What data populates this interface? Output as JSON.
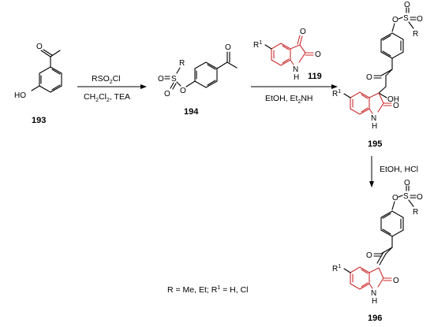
{
  "compounds": {
    "c193": "193",
    "c194": "194",
    "c195": "195",
    "c196": "196",
    "c119": "119"
  },
  "atoms": {
    "ho": "HO",
    "o": "O",
    "s": "S",
    "r": "R",
    "r1": "R",
    "sup1": "1",
    "nh": "NH",
    "n": "N",
    "h": "H",
    "oh": "OH"
  },
  "conditions": {
    "step1_top": "RSO",
    "step1_top_sub": "2",
    "step1_top_end": "Cl",
    "step1_bottom": "CH",
    "step1_bottom_sub": "2",
    "step1_bottom_mid": "Cl",
    "step1_bottom_sub2": "2",
    "step1_bottom_end": ", TEA",
    "step2_bottom": "EtOH, Et",
    "step2_bottom_sub": "2",
    "step2_bottom_end": "NH",
    "step3": "EtOH, HCl"
  },
  "legend": {
    "part1": "R = Me, Et; R",
    "sup": "1",
    "part2": " = H, Cl"
  },
  "colors": {
    "isatin_core": "#cc2e2e",
    "bonds": "#000000"
  }
}
